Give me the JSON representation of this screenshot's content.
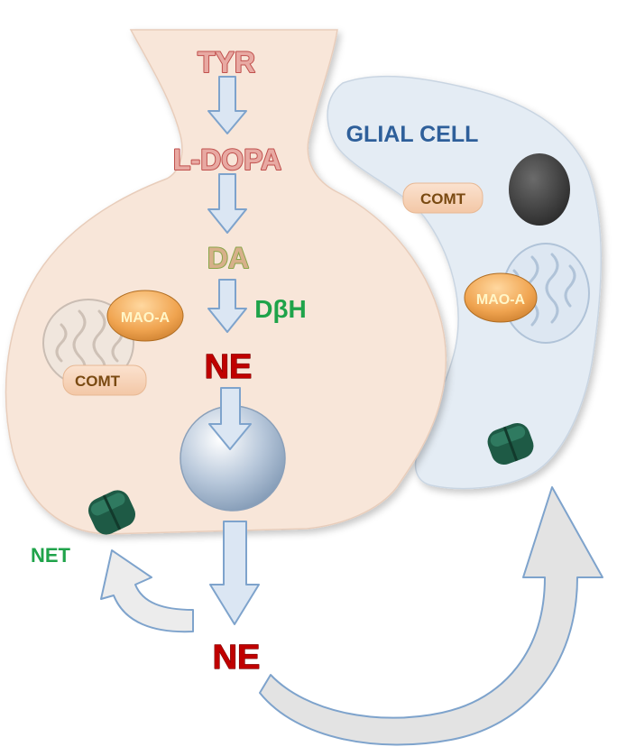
{
  "pathway": {
    "tyr": "TYR",
    "ldopa": "L-DOPA",
    "da": "DA",
    "enzyme": "DβH",
    "ne_inside": "NE",
    "ne_released": "NE"
  },
  "neuron": {
    "mao": "MAO-A",
    "comt": "COMT",
    "transporter": "NET"
  },
  "glia": {
    "title": "GLIAL CELL",
    "comt": "COMT",
    "mao": "MAO-A"
  },
  "colors": {
    "tyr": "#c0504d",
    "ldopa": "#c0504d",
    "da": "#8aa64a",
    "enzyme": "#1fa34a",
    "ne": "#c00000",
    "glia_title": "#2e5f9a",
    "net": "#1fa34a",
    "transporter": "#1e5a45",
    "neuron_fill": "#f8e6d9",
    "glia_fill": "#e4ecf4",
    "arrow_fill": "#dbe6f3",
    "arrow_stroke": "#7ea3cc"
  }
}
